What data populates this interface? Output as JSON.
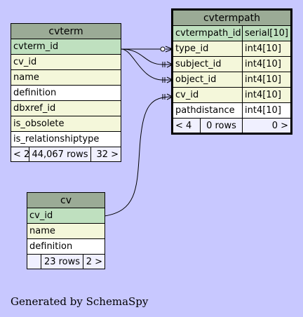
{
  "tables": {
    "cvterm": {
      "name": "cvterm",
      "columns": [
        {
          "name": "cvterm_id",
          "kind": "pk"
        },
        {
          "name": "cv_id",
          "kind": "fk"
        },
        {
          "name": "name",
          "kind": "fk"
        },
        {
          "name": "definition",
          "kind": "plain"
        },
        {
          "name": "dbxref_id",
          "kind": "fk"
        },
        {
          "name": "is_obsolete",
          "kind": "fk"
        },
        {
          "name": "is_relationshiptype",
          "kind": "plain"
        }
      ],
      "footer": {
        "parents": "< 2",
        "rows": "44,067 rows",
        "children": "32 >"
      }
    },
    "cvtermpath": {
      "name": "cvtermpath",
      "columns": [
        {
          "name": "cvtermpath_id",
          "type": "serial[10]",
          "kind": "pk"
        },
        {
          "name": "type_id",
          "type": "int4[10]",
          "kind": "fk"
        },
        {
          "name": "subject_id",
          "type": "int4[10]",
          "kind": "fk"
        },
        {
          "name": "object_id",
          "type": "int4[10]",
          "kind": "fk"
        },
        {
          "name": "cv_id",
          "type": "int4[10]",
          "kind": "fk"
        },
        {
          "name": "pathdistance",
          "type": "int4[10]",
          "kind": "plain"
        }
      ],
      "footer": {
        "parents": "< 4",
        "rows": "0 rows",
        "children": "0 >"
      }
    },
    "cv": {
      "name": "cv",
      "columns": [
        {
          "name": "cv_id",
          "kind": "pk"
        },
        {
          "name": "name",
          "kind": "fk"
        },
        {
          "name": "definition",
          "kind": "plain"
        }
      ],
      "footer": {
        "parents": "",
        "rows": "23 rows",
        "children": "2 >"
      }
    }
  },
  "relationships": [
    {
      "from": "cvterm.cvterm_id",
      "to": "cvtermpath.type_id",
      "end": "optional"
    },
    {
      "from": "cvterm.cvterm_id",
      "to": "cvtermpath.subject_id",
      "end": "mandatory"
    },
    {
      "from": "cvterm.cvterm_id",
      "to": "cvtermpath.object_id",
      "end": "mandatory"
    },
    {
      "from": "cv.cv_id",
      "to": "cvtermpath.cv_id",
      "end": "mandatory"
    }
  ],
  "caption": "Generated by SchemaSpy"
}
